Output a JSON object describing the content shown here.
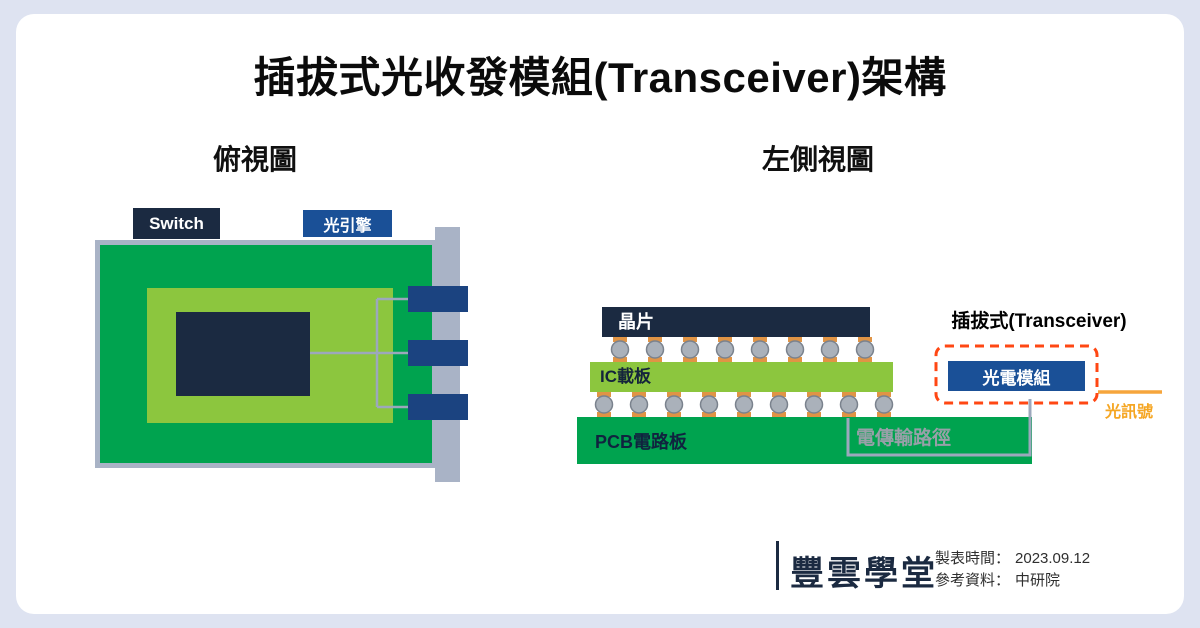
{
  "page": {
    "title": "插拔式光收發模組(Transceiver)架構"
  },
  "top_view": {
    "heading": "俯視圖",
    "switch_label": "Switch",
    "optical_engine_label": "光引擎"
  },
  "side_view": {
    "heading": "左側視圖",
    "chip_label": "晶片",
    "ic_carrier_label": "IC載板",
    "pcb_label": "PCB電路板",
    "pluggable_label": "插拔式(Transceiver)",
    "optical_module_label": "光電模組",
    "optical_signal_label": "光訊號",
    "electrical_path_label": "電傳輸路徑"
  },
  "footer": {
    "logo_text": "豐雲學堂",
    "made_label": "製表時間：",
    "made_value": "2023.09.12",
    "ref_label": "參考資料：",
    "ref_value": "中研院"
  },
  "colors": {
    "background": "#DEE3F1",
    "card": "#FFFFFF",
    "navy": "#1B2A41",
    "board_green": "#00A34F",
    "light_green": "#8CC63E",
    "port_blue": "#1B4380",
    "module_blue": "#1A5097",
    "grey_frame": "#A9B3C6",
    "dash_red": "#FF4713",
    "signal_orange": "#F5A623",
    "path_grey": "#9CA8BC"
  }
}
